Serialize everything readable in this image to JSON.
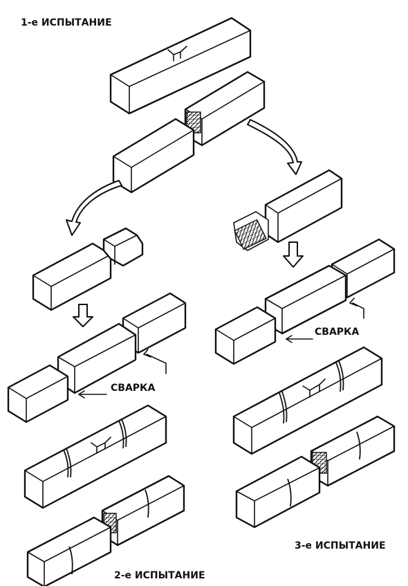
{
  "labels": {
    "test1": "1-е ИСПЫТАНИЕ",
    "test2": "2-е ИСПЫТАНИЕ",
    "test3": "3-е ИСПЫТАНИЕ",
    "weld_left": "СВАРКА",
    "weld_right": "СВАРКА"
  },
  "colors": {
    "stroke": "#111111",
    "fill": "#ffffff"
  }
}
